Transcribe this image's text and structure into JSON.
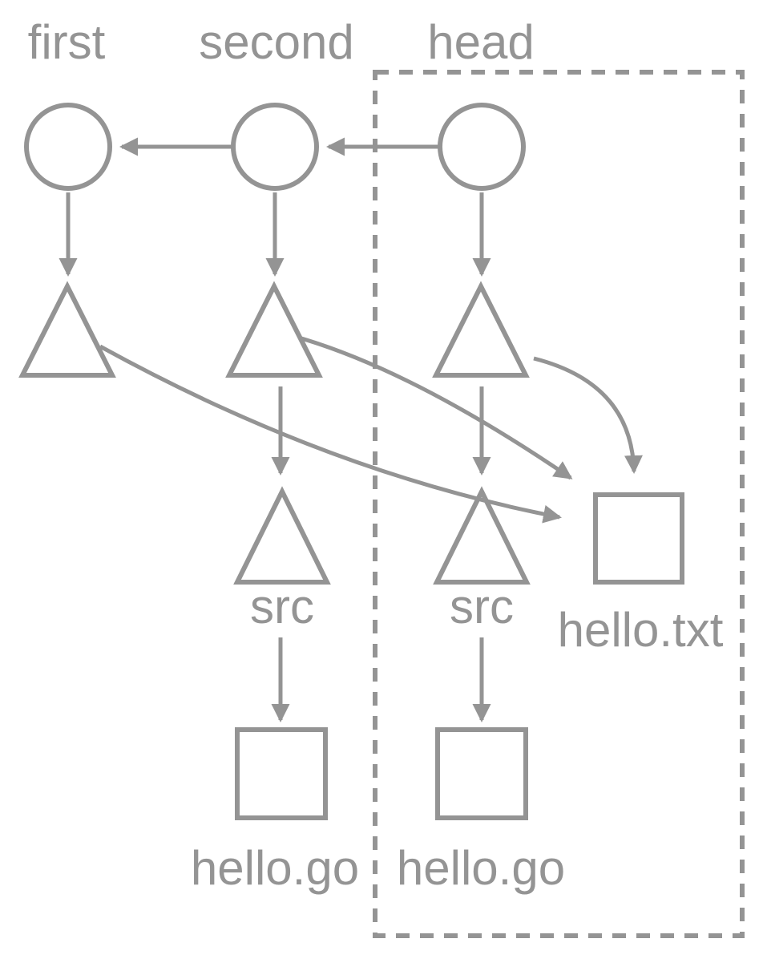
{
  "colors": {
    "line": "#949494",
    "text": "#949494",
    "background": "#ffffff"
  },
  "diagram": {
    "branch_labels": [
      {
        "id": "first",
        "label": "first"
      },
      {
        "id": "second",
        "label": "second"
      },
      {
        "id": "head",
        "label": "head"
      }
    ],
    "tree_labels": {
      "second_src": "src",
      "head_src": "src"
    },
    "blob_labels": {
      "hello_txt": "hello.txt",
      "second_hello_go": "hello.go",
      "head_hello_go": "hello.go"
    }
  }
}
